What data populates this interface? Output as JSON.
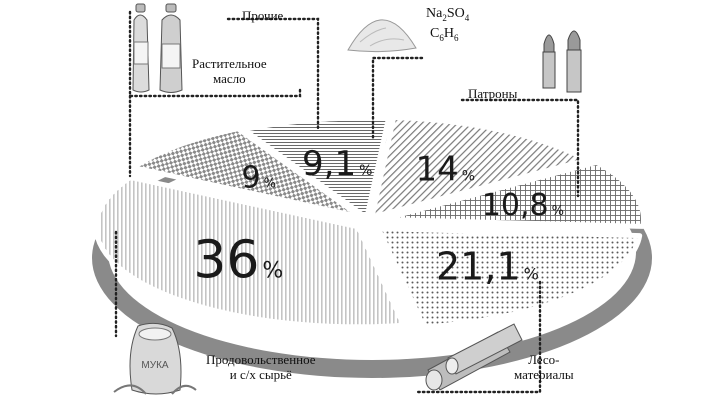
{
  "chart_data": {
    "type": "pie",
    "unit": "%",
    "categories": [
      "Прочие",
      "Na2SO4 C6H6",
      "Патроны",
      "Лесоматериалы",
      "Продовольственное и с/х сырьё",
      "Растительное масло"
    ],
    "values": [
      9.1,
      14,
      10.8,
      21.1,
      36,
      9
    ],
    "value_labels": [
      "9,1",
      "14",
      "10,8",
      "21,1",
      "36",
      "9"
    ],
    "labels": {
      "other": "Прочие",
      "chem_1": "Na",
      "chem_1_sub": "2",
      "chem_2": "SO",
      "chem_2_sub": "4",
      "chem_3": "C",
      "chem_3_sub": "6",
      "chem_4": "H",
      "chem_4_sub": "6",
      "cartridges": "Патроны",
      "oil_1": "Растительное",
      "oil_2": "масло",
      "timber_1": "Лесо-",
      "timber_2": "материалы",
      "food_1": "Продовольственное",
      "food_2": "и с/х сырьё"
    },
    "colors": {
      "tray": "#8a8a8a",
      "pattern": "#555555",
      "text": "#111111"
    }
  }
}
